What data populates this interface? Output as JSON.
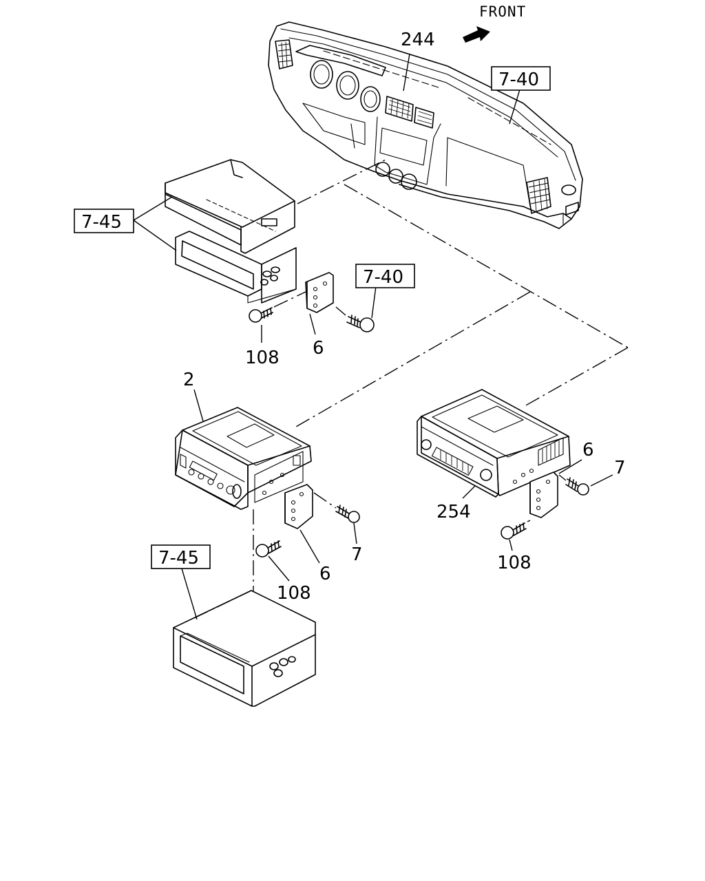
{
  "front_label": "FRONT",
  "callouts": {
    "dashboard": "244",
    "ref_dash": "7-40",
    "ref_pocket_top": "7-45",
    "ref_bolt": "7-40",
    "screw_top": "108",
    "bracket_top": "6",
    "radio": "2",
    "radio_alt": "254",
    "bracket_right": "6",
    "bolt_right": "7",
    "screw_right": "108",
    "bolt_mid": "7",
    "bracket_mid": "6",
    "screw_mid": "108",
    "ref_pocket_bottom": "7-45"
  },
  "icons": {
    "front_arrow": "arrow-right-icon"
  }
}
